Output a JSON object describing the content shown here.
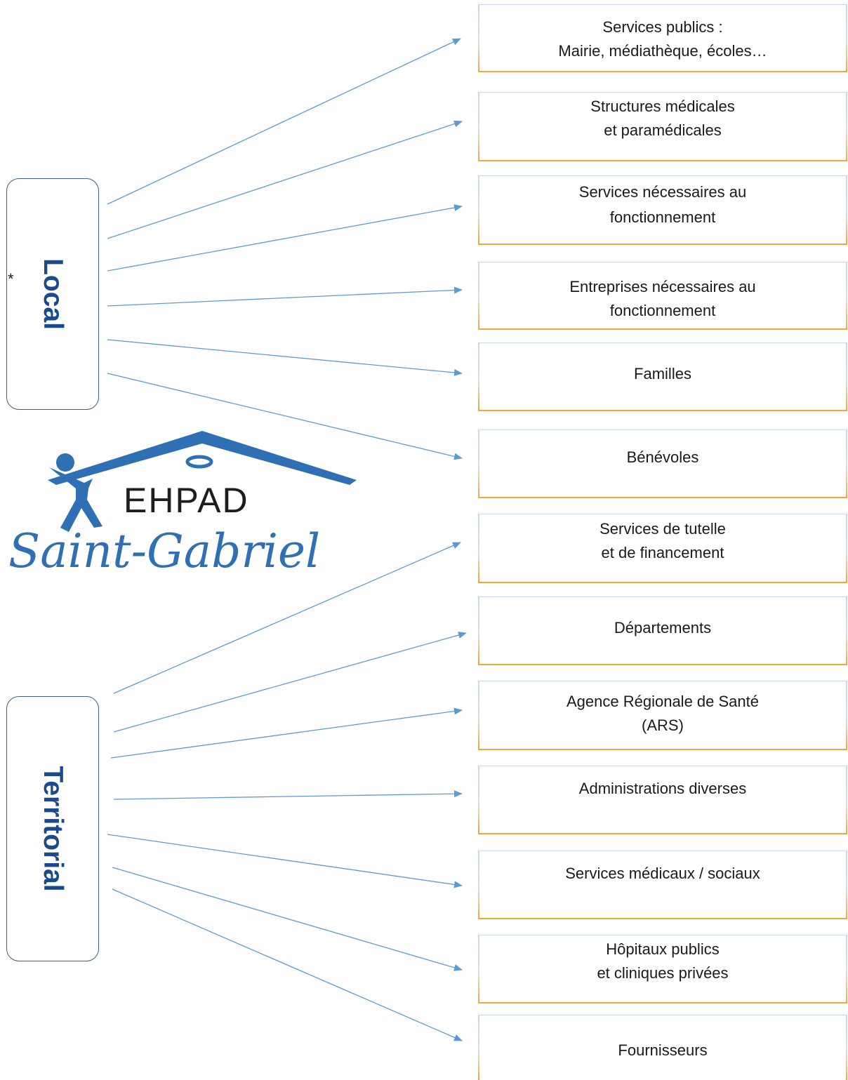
{
  "groups": {
    "local": {
      "label": "Local",
      "marker": "*"
    },
    "territorial": {
      "label": "Territorial"
    }
  },
  "logo": {
    "title": "EHPAD",
    "script_text": "Saint-Gabriel"
  },
  "targets": [
    {
      "lines": [
        "Services publics :",
        "Mairie, médiathèque, écoles…"
      ]
    },
    {
      "lines": [
        "Structures médicales",
        "et paramédicales"
      ]
    },
    {
      "lines": [
        "Services nécessaires au",
        "fonctionnement"
      ]
    },
    {
      "lines": [
        "Entreprises nécessaires au",
        "fonctionnement"
      ]
    },
    {
      "lines": [
        "Familles"
      ]
    },
    {
      "lines": [
        "Bénévoles"
      ]
    },
    {
      "lines": [
        "Services de tutelle",
        "et de financement"
      ]
    },
    {
      "lines": [
        "Départements"
      ]
    },
    {
      "lines": [
        "Agence Régionale de Santé",
        "(ARS)"
      ]
    },
    {
      "lines": [
        "Administrations diverses"
      ]
    },
    {
      "lines": [
        "Services médicaux / sociaux"
      ]
    },
    {
      "lines": [
        "Hôpitaux publics",
        "et cliniques privées"
      ]
    },
    {
      "lines": [
        "Fournisseurs"
      ]
    }
  ],
  "colors": {
    "arrow": "#5b9bd5",
    "group_border": "#3d5d8a",
    "group_text": "#1a4a8c",
    "box_bottom_accent": "#f0a23a",
    "logo_blue": "#2f6fb3"
  }
}
